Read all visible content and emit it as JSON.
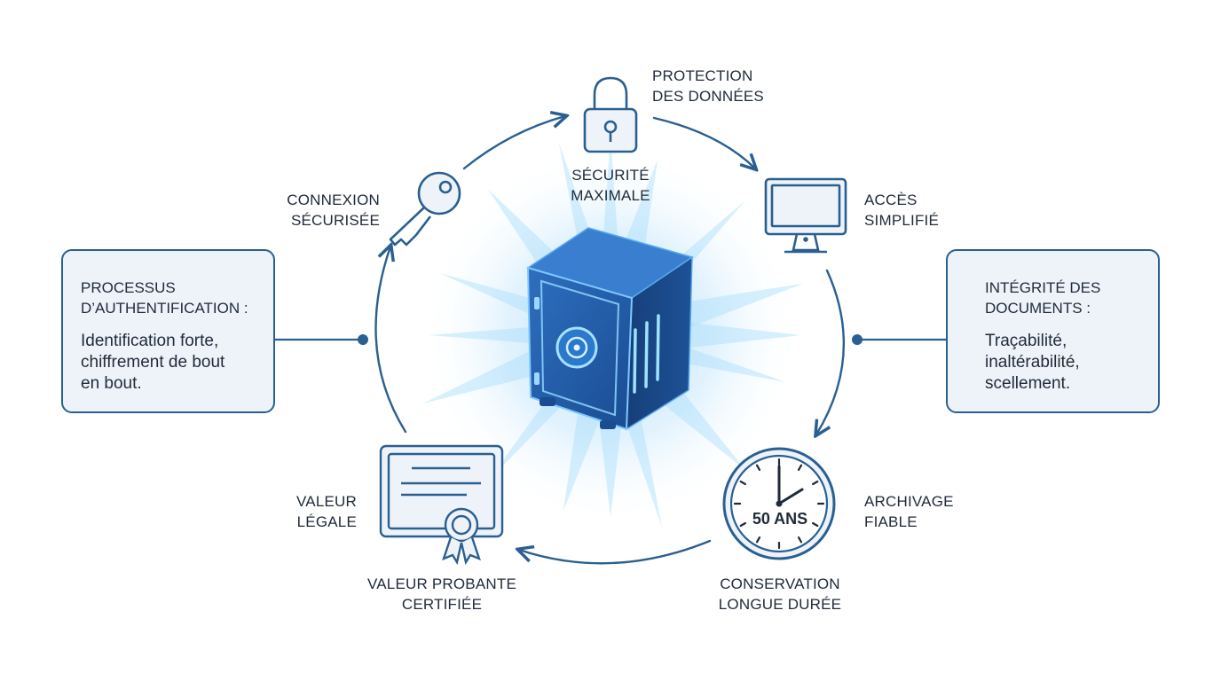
{
  "colors": {
    "stroke": "#2a5f91",
    "box_fill": "#eef3f9",
    "safe_dark": "#17417c",
    "safe_mid": "#2a66b3",
    "glow": "#7fc6f5"
  },
  "labels": {
    "protection": [
      "PROTECTION",
      "DES DONNÉES"
    ],
    "securite": [
      "SÉCURITÉ",
      "MAXIMALE"
    ],
    "connexion": [
      "CONNEXION",
      "SÉCURISÉE"
    ],
    "acces": [
      "ACCÈS",
      "SIMPLIFIÉ"
    ],
    "valeur_legale": [
      "VALEUR",
      "LÉGALE"
    ],
    "valeur_probante": [
      "VALEUR PROBANTE",
      "CERTIFIÉE"
    ],
    "archivage": [
      "ARCHIVAGE",
      "FIABLE"
    ],
    "conservation": [
      "CONSERVATION",
      "LONGUE DURÉE"
    ]
  },
  "left_box": {
    "title": [
      "PROCESSUS",
      "D’AUTHENTIFICATION :"
    ],
    "body": [
      "Identification forte,",
      "chiffrement de bout",
      "en bout."
    ]
  },
  "right_box": {
    "title": [
      "INTÉGRITÉ DES",
      "DOCUMENTS :"
    ],
    "body": [
      "Traçabilité,",
      "inaltérabilité,",
      "scellement."
    ]
  },
  "clock": {
    "text": "50 ANS"
  },
  "icons": [
    "safe-icon",
    "lock-icon",
    "key-icon",
    "monitor-icon",
    "certificate-icon",
    "clock-icon"
  ]
}
